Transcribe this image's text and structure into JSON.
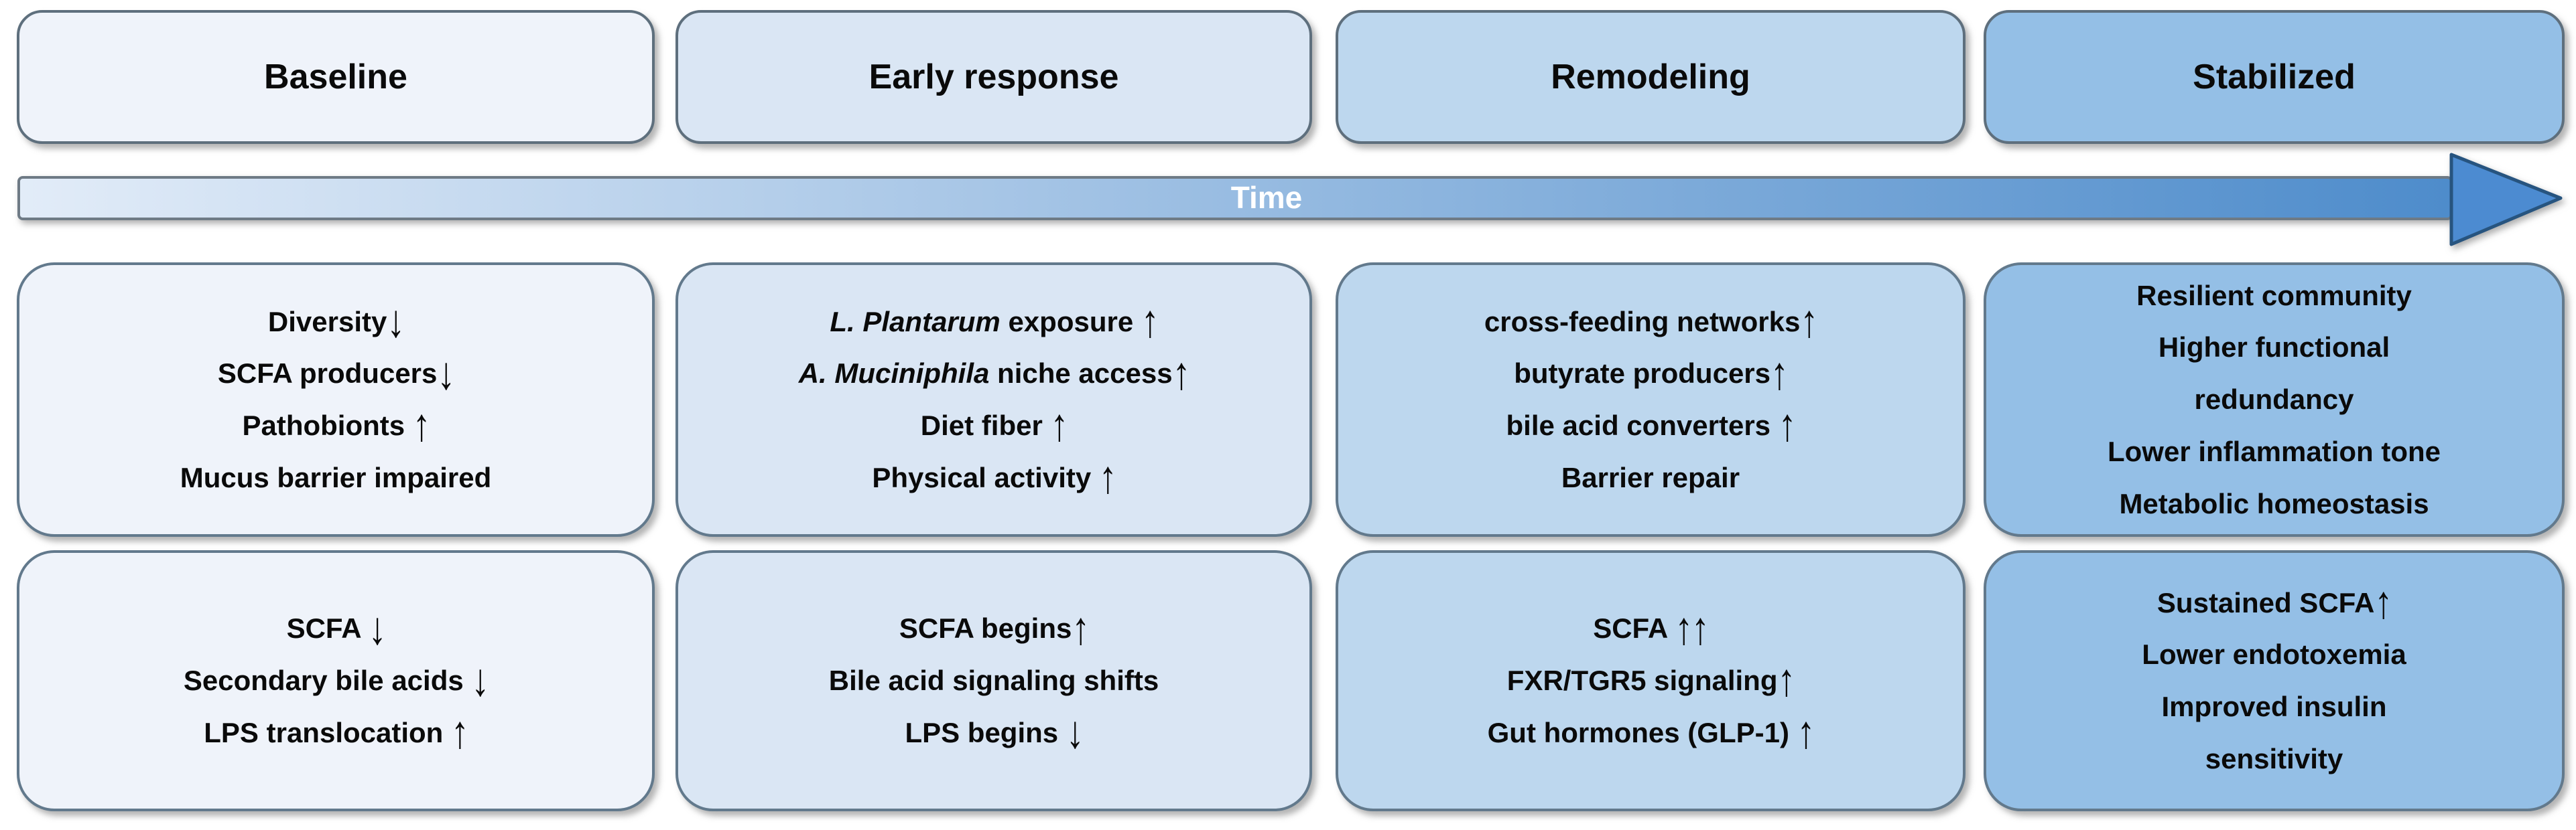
{
  "phases": [
    {
      "label": "Baseline",
      "fill": "#EFF3FA"
    },
    {
      "label": "Early response",
      "fill": "#DAE6F4"
    },
    {
      "label": "Remodeling",
      "fill": "#BDD7EE"
    },
    {
      "label": "Stabilized",
      "fill": "#94BFE6"
    }
  ],
  "time_arrow": {
    "label": "Time",
    "gradient_start": "#E2ECF8",
    "gradient_end": "#4E8CCB",
    "bar_stroke": "#6E7A85",
    "arrowhead_fill": "#4C8BD1",
    "arrowhead_stroke": "#27547F",
    "text_color": "#FFFFFF"
  },
  "row1": [
    {
      "lines": [
        [
          {
            "t": "Diversity"
          },
          {
            "t": "↓",
            "arrow": true
          }
        ],
        [
          {
            "t": "SCFA producers"
          },
          {
            "t": "↓",
            "arrow": true
          }
        ],
        [
          {
            "t": "Pathobionts "
          },
          {
            "t": "↑",
            "arrow": true
          }
        ],
        [
          {
            "t": "Mucus barrier impaired"
          }
        ]
      ]
    },
    {
      "lines": [
        [
          {
            "t": "L. Plantarum",
            "italic": true
          },
          {
            "t": " exposure "
          },
          {
            "t": "↑",
            "arrow": true
          }
        ],
        [
          {
            "t": "A. Muciniphila",
            "italic": true
          },
          {
            "t": " niche access"
          },
          {
            "t": "↑",
            "arrow": true
          }
        ],
        [
          {
            "t": "Diet fiber "
          },
          {
            "t": "↑",
            "arrow": true
          }
        ],
        [
          {
            "t": "Physical activity "
          },
          {
            "t": "↑",
            "arrow": true
          }
        ]
      ]
    },
    {
      "lines": [
        [
          {
            "t": "cross-feeding networks"
          },
          {
            "t": "↑",
            "arrow": true
          }
        ],
        [
          {
            "t": "butyrate producers"
          },
          {
            "t": "↑",
            "arrow": true
          }
        ],
        [
          {
            "t": "bile acid converters "
          },
          {
            "t": "↑",
            "arrow": true
          }
        ],
        [
          {
            "t": "Barrier repair"
          }
        ]
      ]
    },
    {
      "lines": [
        [
          {
            "t": "Resilient community"
          }
        ],
        [
          {
            "t": "Higher functional"
          }
        ],
        [
          {
            "t": "redundancy"
          }
        ],
        [
          {
            "t": "Lower inflammation tone"
          }
        ],
        [
          {
            "t": "Metabolic homeostasis"
          }
        ]
      ]
    }
  ],
  "row2": [
    {
      "lines": [
        [
          {
            "t": "SCFA "
          },
          {
            "t": "↓",
            "arrow": true
          }
        ],
        [
          {
            "t": "Secondary bile acids "
          },
          {
            "t": "↓",
            "arrow": true
          }
        ],
        [
          {
            "t": "LPS translocation "
          },
          {
            "t": "↑",
            "arrow": true
          }
        ]
      ]
    },
    {
      "lines": [
        [
          {
            "t": "SCFA begins"
          },
          {
            "t": "↑",
            "arrow": true
          }
        ],
        [
          {
            "t": "Bile acid signaling shifts"
          }
        ],
        [
          {
            "t": "LPS begins "
          },
          {
            "t": "↓",
            "arrow": true
          }
        ]
      ]
    },
    {
      "lines": [
        [
          {
            "t": "SCFA "
          },
          {
            "t": "↑↑",
            "arrow": true
          }
        ],
        [
          {
            "t": "FXR/TGR5 signaling"
          },
          {
            "t": "↑",
            "arrow": true
          }
        ],
        [
          {
            "t": "Gut hormones (GLP-1) "
          },
          {
            "t": "↑",
            "arrow": true
          }
        ]
      ]
    },
    {
      "lines": [
        [
          {
            "t": "Sustained SCFA"
          },
          {
            "t": "↑",
            "arrow": true
          }
        ],
        [
          {
            "t": "Lower endotoxemia"
          }
        ],
        [
          {
            "t": "Improved insulin"
          }
        ],
        [
          {
            "t": "sensitivity"
          }
        ]
      ]
    }
  ]
}
